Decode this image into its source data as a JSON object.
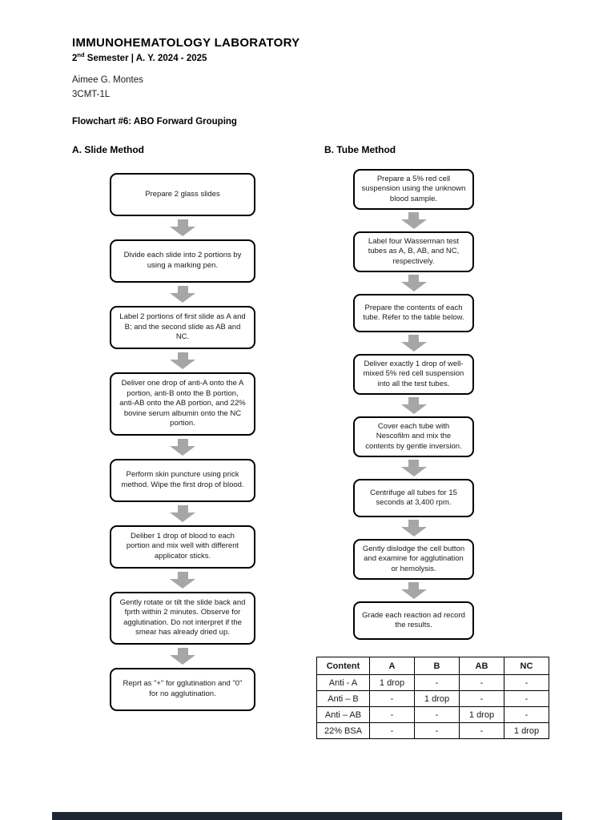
{
  "page": {
    "title": "IMMUNOHEMATOLOGY LABORATORY",
    "subtitle_num": "2",
    "subtitle_sup": "nd",
    "subtitle_rest": " Semester | A. Y. 2024 - 2025",
    "author": "Aimee G. Montes",
    "section_code": "3CMT-1L",
    "flowchart_title": "Flowchart #6: ABO Forward Grouping"
  },
  "method_a": {
    "heading": "A. Slide Method",
    "steps": [
      "Prepare 2 glass slides",
      "Divide each slide into 2 portions by using a marking pen.",
      "Label 2 portions of first slide as A and B; and the second slide as AB and NC.",
      "Deliver one drop of anti-A onto the A portion, anti-B onto the B portion, anti-AB onto the AB portion, and 22% bovine serum albumin onto the NC portion.",
      "Perform skin puncture using prick method. Wipe the first drop of blood.",
      "Deliber 1 drop of blood to each portion and mix well with different applicator sticks.",
      "Gently rotate or tilt the slide back and fprth within 2 minutes. Observe for agglutination. Do not interpret if the smear has already dried up.",
      "Reprt as \"+\" for gglutination and \"0\" for no agglutination."
    ]
  },
  "method_b": {
    "heading": "B. Tube Method",
    "steps": [
      "Prepare a 5% red cell suspension using the unknown blood sample.",
      "Label four Wasserman test tubes as A, B, AB, and NC, respectively.",
      "Prepare the contents of each tube. Refer to the table below.",
      "Deliver exactly 1 drop of well-mixed 5% red cell suspension into all the test tubes.",
      "Cover each tube with Nescofilm and mix the contents by gentle inversion.",
      "Centrifuge all tubes for 15 seconds at 3,400 rpm.",
      "Gently dislodge the cell button and examine for agglutination or hemolysis.",
      "Grade each reaction ad record the results."
    ]
  },
  "table": {
    "headers": [
      "Content",
      "A",
      "B",
      "AB",
      "NC"
    ],
    "rows": [
      [
        "Anti - A",
        "1 drop",
        "-",
        "-",
        "-"
      ],
      [
        "Anti – B",
        "-",
        "1 drop",
        "-",
        "-"
      ],
      [
        "Anti – AB",
        "-",
        "-",
        "1 drop",
        "-"
      ],
      [
        "22% BSA",
        "-",
        "-",
        "-",
        "1 drop"
      ]
    ]
  },
  "colors": {
    "arrow": "#a6a6a6",
    "box_border": "#000000",
    "bottom_bar": "#1d2733"
  }
}
